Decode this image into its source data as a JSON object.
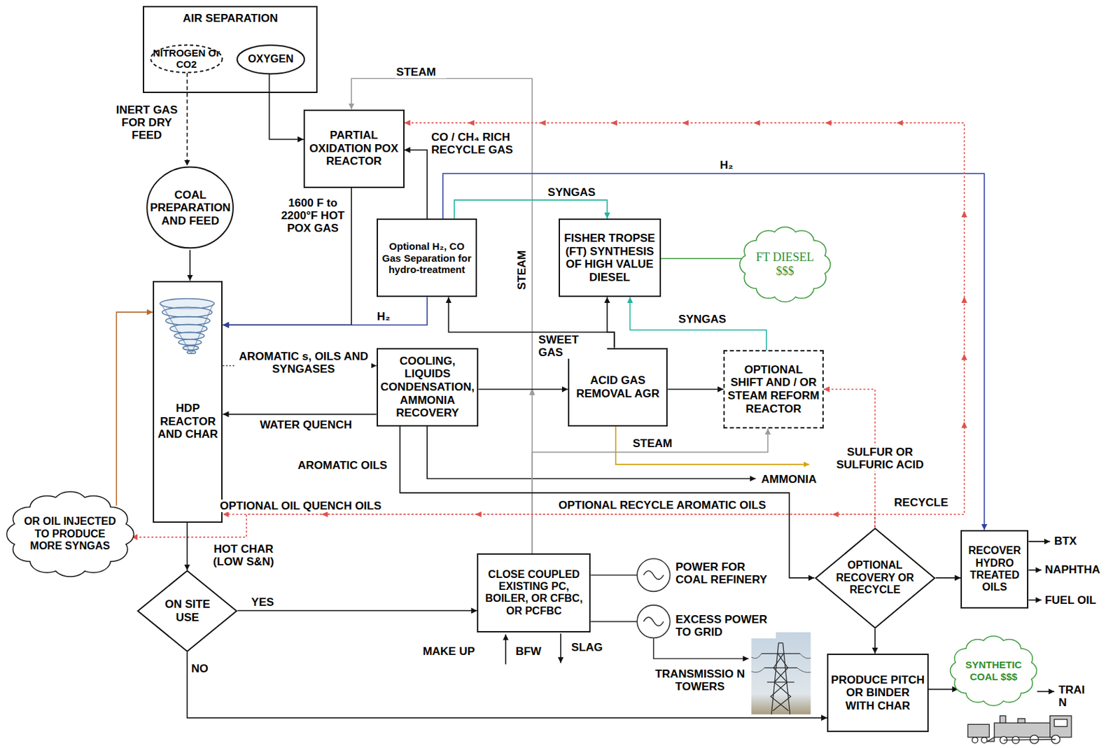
{
  "diagram": {
    "nodes": [
      {
        "text": [
          "AIR SEPARATION"
        ]
      },
      {
        "text": [
          "NITROGEN Or CO2"
        ],
        "in": 0
      },
      {
        "text": [
          "OXYGEN"
        ],
        "in": 0
      },
      {
        "text": [
          "COAL PREPARATION AND FEED"
        ]
      },
      {
        "text": [
          "PARTIAL OXIDATION POX REACTOR"
        ]
      },
      {
        "text": [
          "Optional H₂, CO Gas Separation for hydro-treatment"
        ]
      },
      {
        "text": [
          "FISHER TROPSE (FT) SYNTHESIS OF HIGH VALUE DIESEL"
        ]
      },
      {
        "text": [
          "FT DIESEL $$$"
        ]
      },
      {
        "text": [
          "HDP REACTOR AND CHAR"
        ]
      },
      {
        "text": [
          "COOLING, LIQUIDS CONDENSATION, AMMONIA RECOVERY"
        ]
      },
      {
        "text": [
          "ACID GAS REMOVAL AGR"
        ]
      },
      {
        "text": [
          "OPTIONAL SHIFT AND / OR STEAM REFORM REACTOR"
        ]
      },
      {
        "text": [
          "OR OIL INJECTED TO PRODUCE MORE SYNGAS"
        ]
      },
      {
        "text": [
          "ON SITE USE"
        ]
      },
      {
        "text": [
          "CLOSE COUPLED EXISTING PC, BOILER, OR CFBC, OR PCFBC"
        ]
      },
      {
        "text": [
          "OPTIONAL RECOVERY OR RECYCLE"
        ]
      },
      {
        "text": [
          "RECOVER HYDRO TREATED OILS"
        ]
      },
      {
        "text": [
          "PRODUCE PITCH OR BINDER WITH CHAR"
        ]
      },
      {
        "text": [
          "SYNTHETIC COAL $$$"
        ]
      }
    ],
    "edges": [
      {
        "from": 1,
        "to": 3,
        "arrow": "to",
        "label": "INERT GAS FOR DRY FEED"
      },
      {
        "from": 2,
        "to": 4,
        "arrow": "to"
      },
      {
        "from": 3,
        "to": 8,
        "arrow": "to"
      },
      {
        "from": 14,
        "to": 4,
        "arrow": "to",
        "label": "STEAM"
      },
      {
        "from": 14,
        "to": 11,
        "arrow": "to",
        "label": "STEAM"
      },
      {
        "from": 4,
        "to": 8,
        "arrow": "to",
        "label": "1600 F to 2200°F HOT POX GAS"
      },
      {
        "from": 5,
        "to": 8,
        "arrow": "to",
        "label": "H₂"
      },
      {
        "from": 5,
        "to": 4,
        "arrow": "to",
        "label": "CO / CH₄ RICH RECYCLE GAS"
      },
      {
        "from": 5,
        "to": 6,
        "arrow": "to",
        "label": "SYNGAS"
      },
      {
        "from": 5,
        "to": 16,
        "arrow": "to",
        "label": "H₂"
      },
      {
        "from": 6,
        "to": 7,
        "arrow": "none"
      },
      {
        "from": 10,
        "to": 6,
        "arrow": "to",
        "label": "SWEET GAS"
      },
      {
        "from": 10,
        "to": 5,
        "arrow": "to"
      },
      {
        "from": 11,
        "to": 6,
        "arrow": "to",
        "label": "SYNGAS"
      },
      {
        "from": 8,
        "to": 9,
        "arrow": "to",
        "label": "AROMATIC s, OILS AND SYNGASES"
      },
      {
        "from": 9,
        "to": 8,
        "arrow": "to",
        "label": "WATER QUENCH"
      },
      {
        "from": 9,
        "to": 10,
        "arrow": "to"
      },
      {
        "from": 10,
        "to": 11,
        "arrow": "to"
      },
      {
        "from": 9,
        "to": 15,
        "arrow": "to",
        "label": "AROMATIC OILS"
      },
      {
        "from": 15,
        "to": 8,
        "arrow": "to",
        "label": "OPTIONAL RECYCLE AROMATIC OILS"
      },
      {
        "from": 15,
        "to": 11,
        "arrow": "to"
      },
      {
        "from": 15,
        "to": 4,
        "arrow": "to",
        "label": "RECYCLE"
      },
      {
        "from": 15,
        "to": 12,
        "arrow": "to"
      },
      {
        "from": 12,
        "to": 8,
        "arrow": "to"
      },
      {
        "from": 8,
        "to": 13,
        "arrow": "to",
        "label": "HOT CHAR (LOW S&N)"
      },
      {
        "from": 13,
        "to": 14,
        "arrow": "to",
        "label": "YES"
      },
      {
        "from": 13,
        "to": 17,
        "arrow": "to",
        "label": "NO"
      },
      {
        "from": 15,
        "to": 16,
        "arrow": "to"
      },
      {
        "from": 15,
        "to": 17,
        "arrow": "to"
      },
      {
        "from": 17,
        "to": 18,
        "arrow": "to"
      }
    ],
    "labels": [
      "STEAM",
      "OPTIONAL OIL QUENCH OILS",
      "SULFUR OR SULFURIC ACID",
      "AMMONIA",
      "POWER FOR COAL REFINERY",
      "EXCESS POWER TO GRID",
      "TRANSMISSIO N TOWERS",
      "MAKE UP",
      "BFW",
      "SLAG",
      "BTX",
      "NAPHTHA",
      "FUEL OIL",
      "TRAI N"
    ]
  }
}
